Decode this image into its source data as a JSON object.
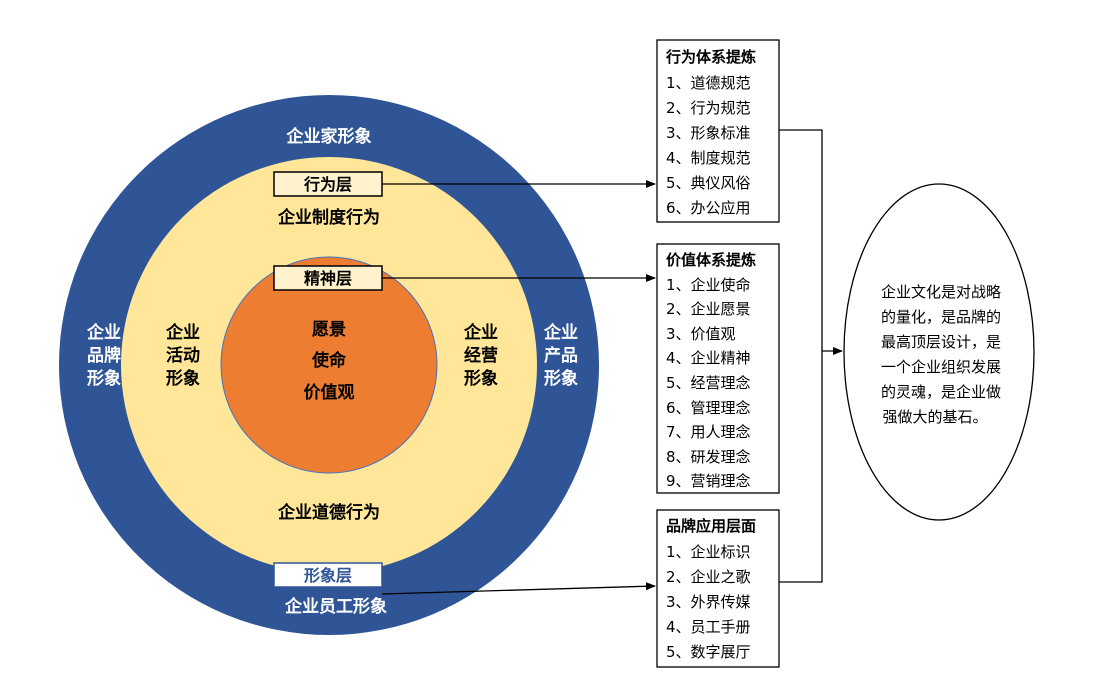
{
  "outer_ring": {
    "top": "企业家形象",
    "bottom": "企业员工形象",
    "left": [
      "企业",
      "品牌",
      "形象"
    ],
    "right": [
      "企业",
      "产品",
      "形象"
    ]
  },
  "middle_ring": {
    "top": "企业制度行为",
    "bottom": "企业道德行为",
    "left": [
      "企业",
      "活动",
      "形象"
    ],
    "right": [
      "企业",
      "经营",
      "形象"
    ]
  },
  "core": {
    "lines": [
      "愿景",
      "使命",
      "价值观"
    ]
  },
  "layer_labels": {
    "behavior": "行为层",
    "spirit": "精神层",
    "image": "形象层"
  },
  "boxes": [
    {
      "title": "行为体系提炼",
      "items": [
        "1、道德规范",
        "2、行为规范",
        "3、形象标准",
        "4、制度规范",
        "5、典仪风俗",
        "6、办公应用"
      ]
    },
    {
      "title": "价值体系提炼",
      "items": [
        "1、企业使命",
        "2、企业愿景",
        "3、价值观",
        "4、企业精神",
        "5、经营理念",
        "6、管理理念",
        "7、用人理念",
        "8、研发理念",
        "9、营销理念"
      ]
    },
    {
      "title": "品牌应用层面",
      "items": [
        "1、企业标识",
        "2、企业之歌",
        "3、外界传媒",
        "4、员工手册",
        "5、数字展厅"
      ]
    }
  ],
  "summary": {
    "lines": [
      "企业文化是对战略",
      "的量化，是品牌的",
      "最高顶层设计，是",
      "一个企业组织发展",
      "的灵魂，是企业做",
      "强做大的基石。"
    ]
  },
  "colors": {
    "outer": "#2F5597",
    "middle": "#FFE699",
    "core": "#ED7D31",
    "label_fill": "#FFF2CC"
  }
}
